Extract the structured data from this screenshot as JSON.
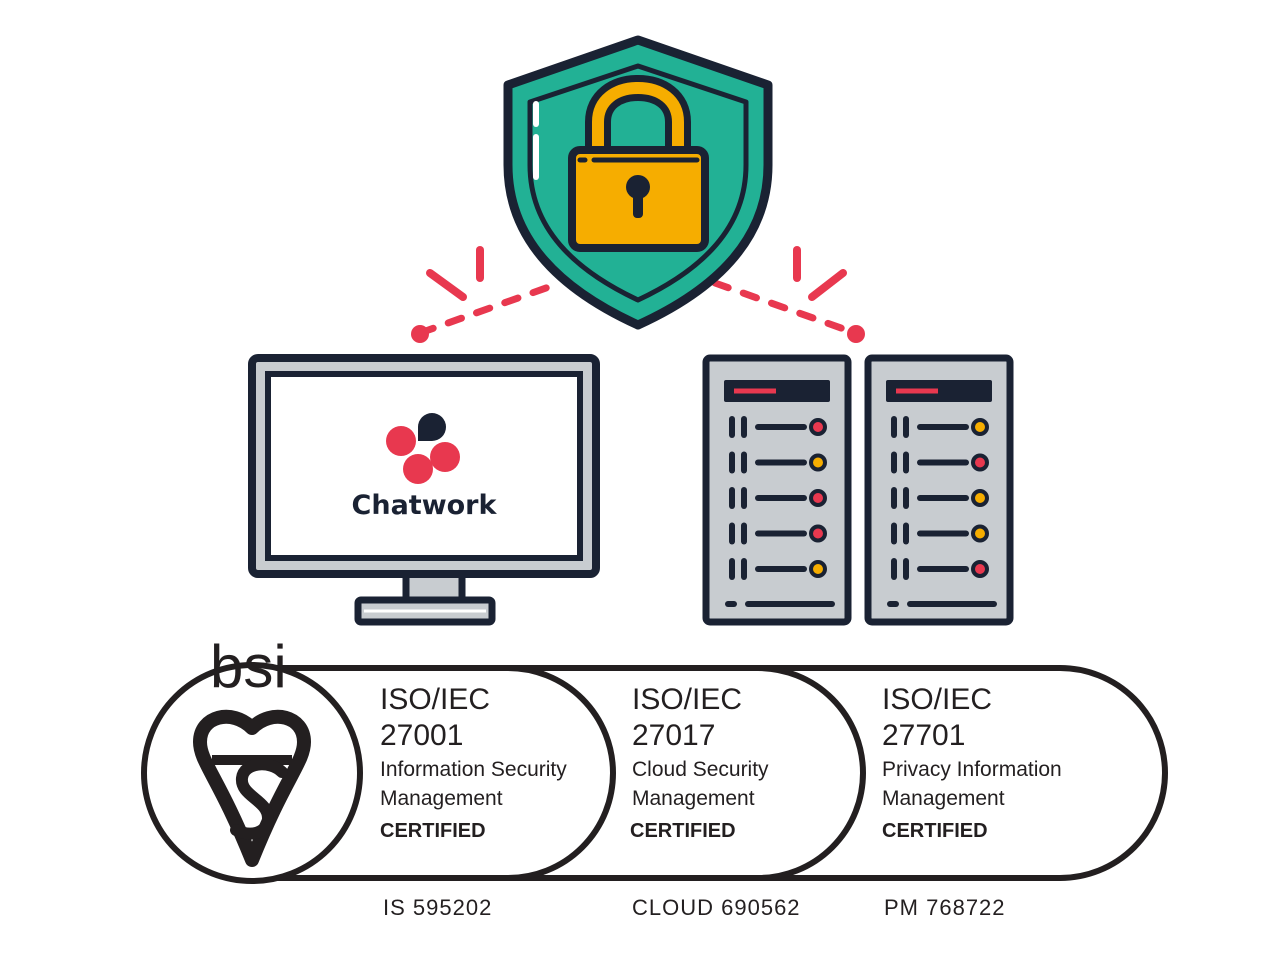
{
  "monitor": {
    "brand_name": "Chatwork",
    "brand_colors": {
      "petal": "#e8384f",
      "dark_petal": "#1a2233"
    }
  },
  "shield": {
    "icon": "padlock-icon",
    "colors": {
      "shield": "#22b195",
      "lock": "#f6ad00"
    }
  },
  "alert_color": "#e8384f",
  "servers": {
    "icon": "server-rack-icon",
    "count": 2,
    "slots_per_rack": 5
  },
  "certification": {
    "issuer": "bsi",
    "badges": [
      {
        "standard": "ISO/IEC",
        "number": "27001",
        "line1": "Information Security",
        "line2": "Management",
        "status": "CERTIFIED",
        "cert_id": "IS 595202"
      },
      {
        "standard": "ISO/IEC",
        "number": "27017",
        "line1": "Cloud Security",
        "line2": "Management",
        "status": "CERTIFIED",
        "cert_id": "CLOUD 690562"
      },
      {
        "standard": "ISO/IEC",
        "number": "27701",
        "line1": "Privacy Information",
        "line2": "Management",
        "status": "CERTIFIED",
        "cert_id": "PM 768722"
      }
    ]
  }
}
